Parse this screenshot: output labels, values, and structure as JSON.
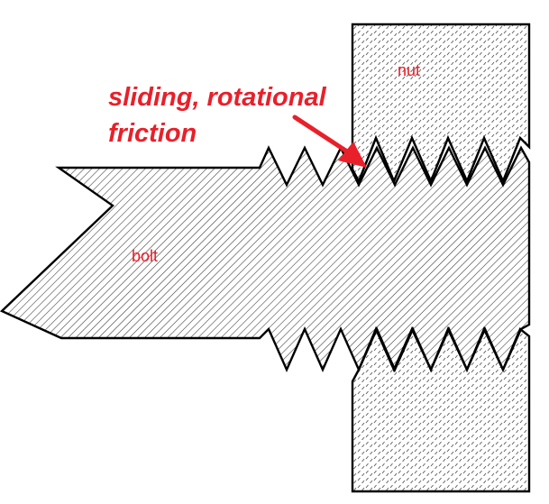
{
  "labels": {
    "nut": "nut",
    "bolt": "bolt",
    "annotation_line1": "sliding, rotational",
    "annotation_line2": "friction"
  },
  "colors": {
    "label": "#e8202a",
    "outline": "#000000",
    "bolt_hatch": "#333333",
    "nut_dots": "#555555",
    "background": "#ffffff"
  }
}
